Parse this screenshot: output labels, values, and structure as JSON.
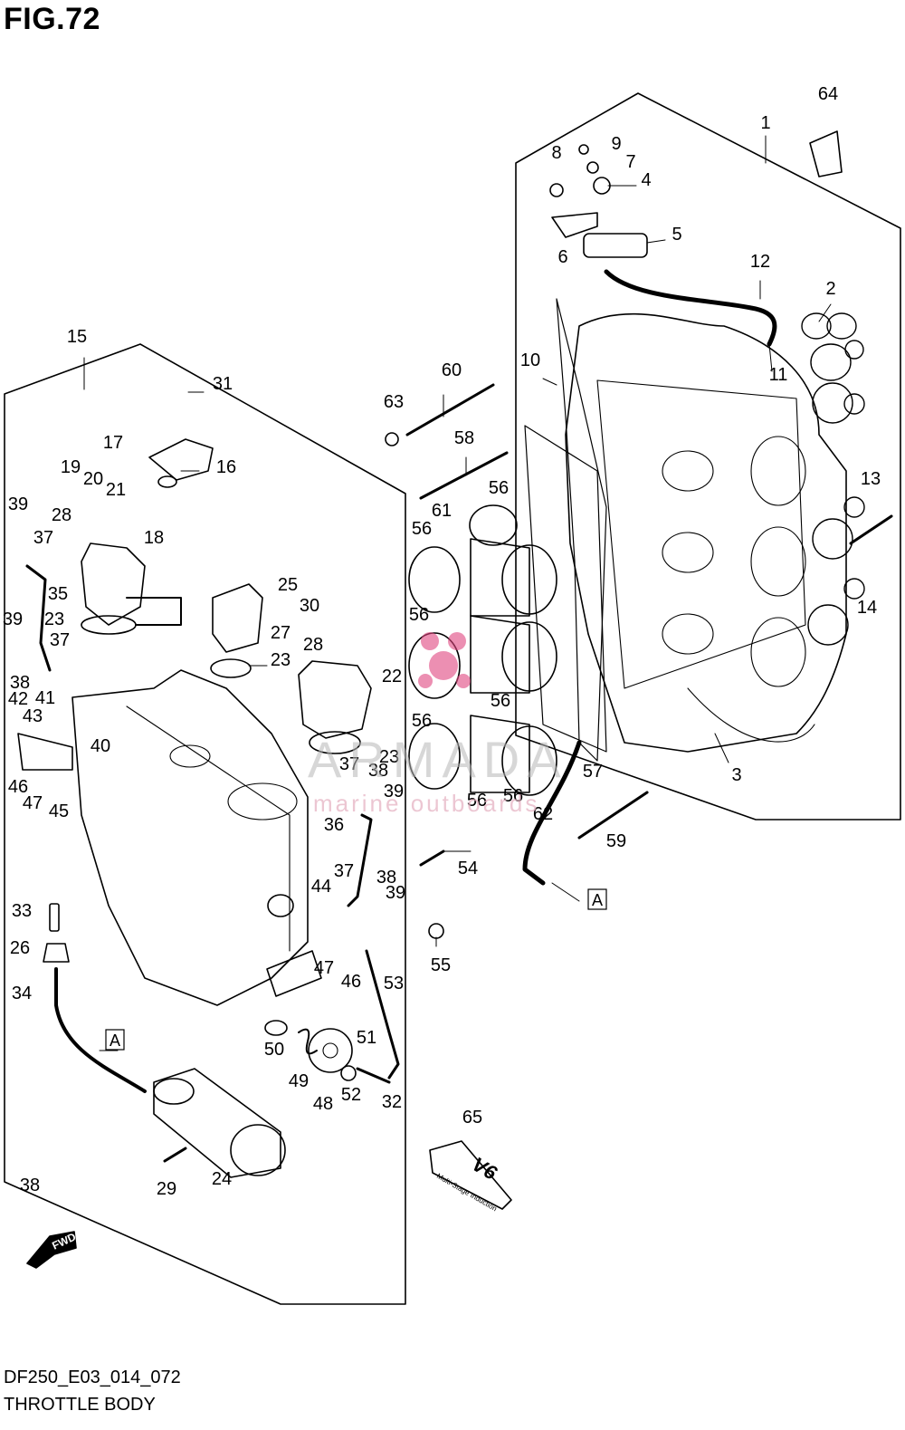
{
  "figure": {
    "title": "FIG.72",
    "code": "DF250_E03_014_072",
    "name": "THROTTLE BODY"
  },
  "watermark": {
    "brand": "ARMADA",
    "tagline": "marine outboards",
    "logo": "pink-flower-logo"
  },
  "arrow_label": "FWD",
  "ref_label": "A",
  "emblem_text": "V6",
  "emblem_subtext": "Multi-Stage Induction",
  "colors": {
    "line": "#000000",
    "watermark_pink": "#e0457f",
    "watermark_gray": "#b8b8b8"
  },
  "callouts": [
    "1",
    "2",
    "3",
    "4",
    "5",
    "6",
    "7",
    "8",
    "9",
    "10",
    "11",
    "12",
    "13",
    "14",
    "15",
    "16",
    "17",
    "18",
    "19",
    "20",
    "21",
    "22",
    "23",
    "23",
    "23",
    "24",
    "25",
    "26",
    "27",
    "28",
    "28",
    "29",
    "30",
    "31",
    "32",
    "33",
    "34",
    "35",
    "36",
    "37",
    "37",
    "37",
    "37",
    "38",
    "38",
    "38",
    "38",
    "39",
    "39",
    "39",
    "39",
    "40",
    "41",
    "42",
    "43",
    "44",
    "45",
    "46",
    "46",
    "47",
    "47",
    "48",
    "49",
    "50",
    "51",
    "52",
    "53",
    "54",
    "55",
    "56",
    "56",
    "56",
    "56",
    "56",
    "56",
    "56",
    "57",
    "58",
    "59",
    "60",
    "61",
    "62",
    "63",
    "64",
    "65"
  ]
}
